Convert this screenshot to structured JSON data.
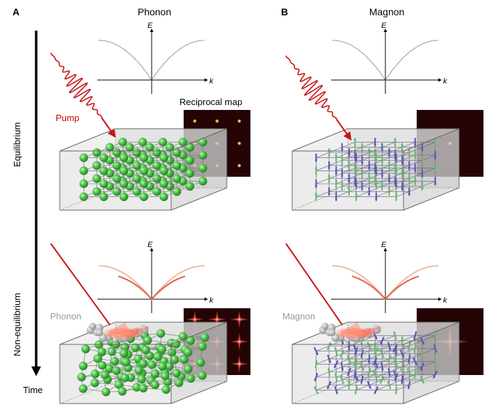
{
  "panels": {
    "a": {
      "letter": "A",
      "title": "Phonon"
    },
    "b": {
      "letter": "B",
      "title": "Magnon"
    }
  },
  "time_axis": {
    "label": "Time",
    "stage_top": "Equilibrium",
    "stage_bottom": "Non-equilibrium"
  },
  "dispersion": {
    "energy_label": "E",
    "momentum_label": "k"
  },
  "labels": {
    "reciprocal_map": "Reciprocal map",
    "pump": "Pump",
    "phonon_excitation": "Phonon",
    "magnon_excitation": "Magnon"
  },
  "colors": {
    "pump": "#c81414",
    "atom": "#3fb03f",
    "spin_up": "#66bb66",
    "spin_down": "#5a5ab4",
    "map_background": "#240404",
    "excited_curve": "#e06a4a",
    "lattice_box": "#d9d9d9"
  }
}
